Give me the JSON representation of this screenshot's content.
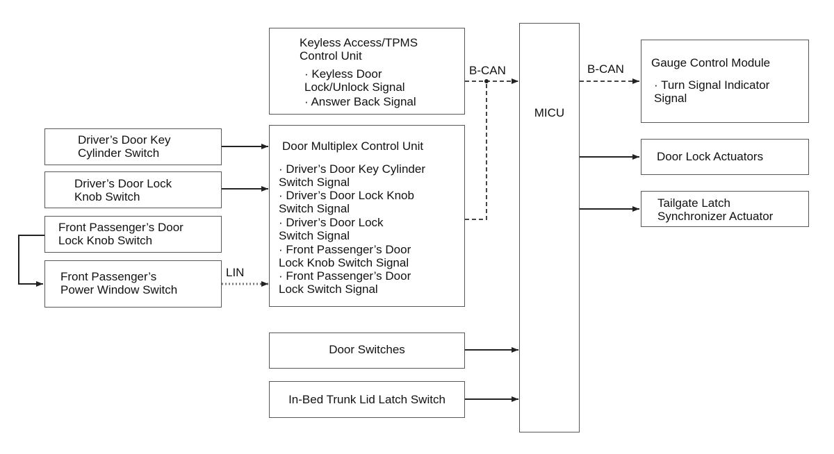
{
  "diagram": {
    "keyless": {
      "title_1": "Keyless Access/TPMS",
      "title_2": "Control Unit",
      "item_1a": "· Keyless Door",
      "item_1b": "Lock/Unlock Signal",
      "item_2": "· Answer Back Signal"
    },
    "driver_key": {
      "line_1": "Driver’s Door Key",
      "line_2": "Cylinder Switch"
    },
    "driver_lock": {
      "line_1": "Driver’s Door Lock",
      "line_2": "Knob Switch"
    },
    "front_lock": {
      "line_1": "Front Passenger’s Door",
      "line_2": "Lock Knob Switch"
    },
    "front_window": {
      "line_1": "Front Passenger’s",
      "line_2": "Power Window Switch"
    },
    "door_mux": {
      "title": "Door Multiplex Control Unit",
      "lines": [
        "· Driver’s Door Key Cylinder",
        "Switch Signal",
        "· Driver’s Door Lock Knob",
        "Switch Signal",
        "· Driver’s Door Lock",
        "Switch Signal",
        "· Front Passenger’s Door",
        "Lock Knob Switch Signal",
        "· Front Passenger’s Door",
        "Lock Switch Signal"
      ]
    },
    "door_switches": "Door Switches",
    "trunk": "In-Bed Trunk Lid Latch Switch",
    "micu": "MICU",
    "gauge": {
      "title": "Gauge Control Module",
      "item_a": "· Turn Signal Indicator",
      "item_b": "Signal"
    },
    "door_lock_actuators": "Door Lock Actuators",
    "tailgate": {
      "line_1": "Tailgate Latch",
      "line_2": "Synchronizer Actuator"
    },
    "labels": {
      "bcan_left": "B-CAN",
      "bcan_right": "B-CAN",
      "lin": "LIN"
    }
  }
}
